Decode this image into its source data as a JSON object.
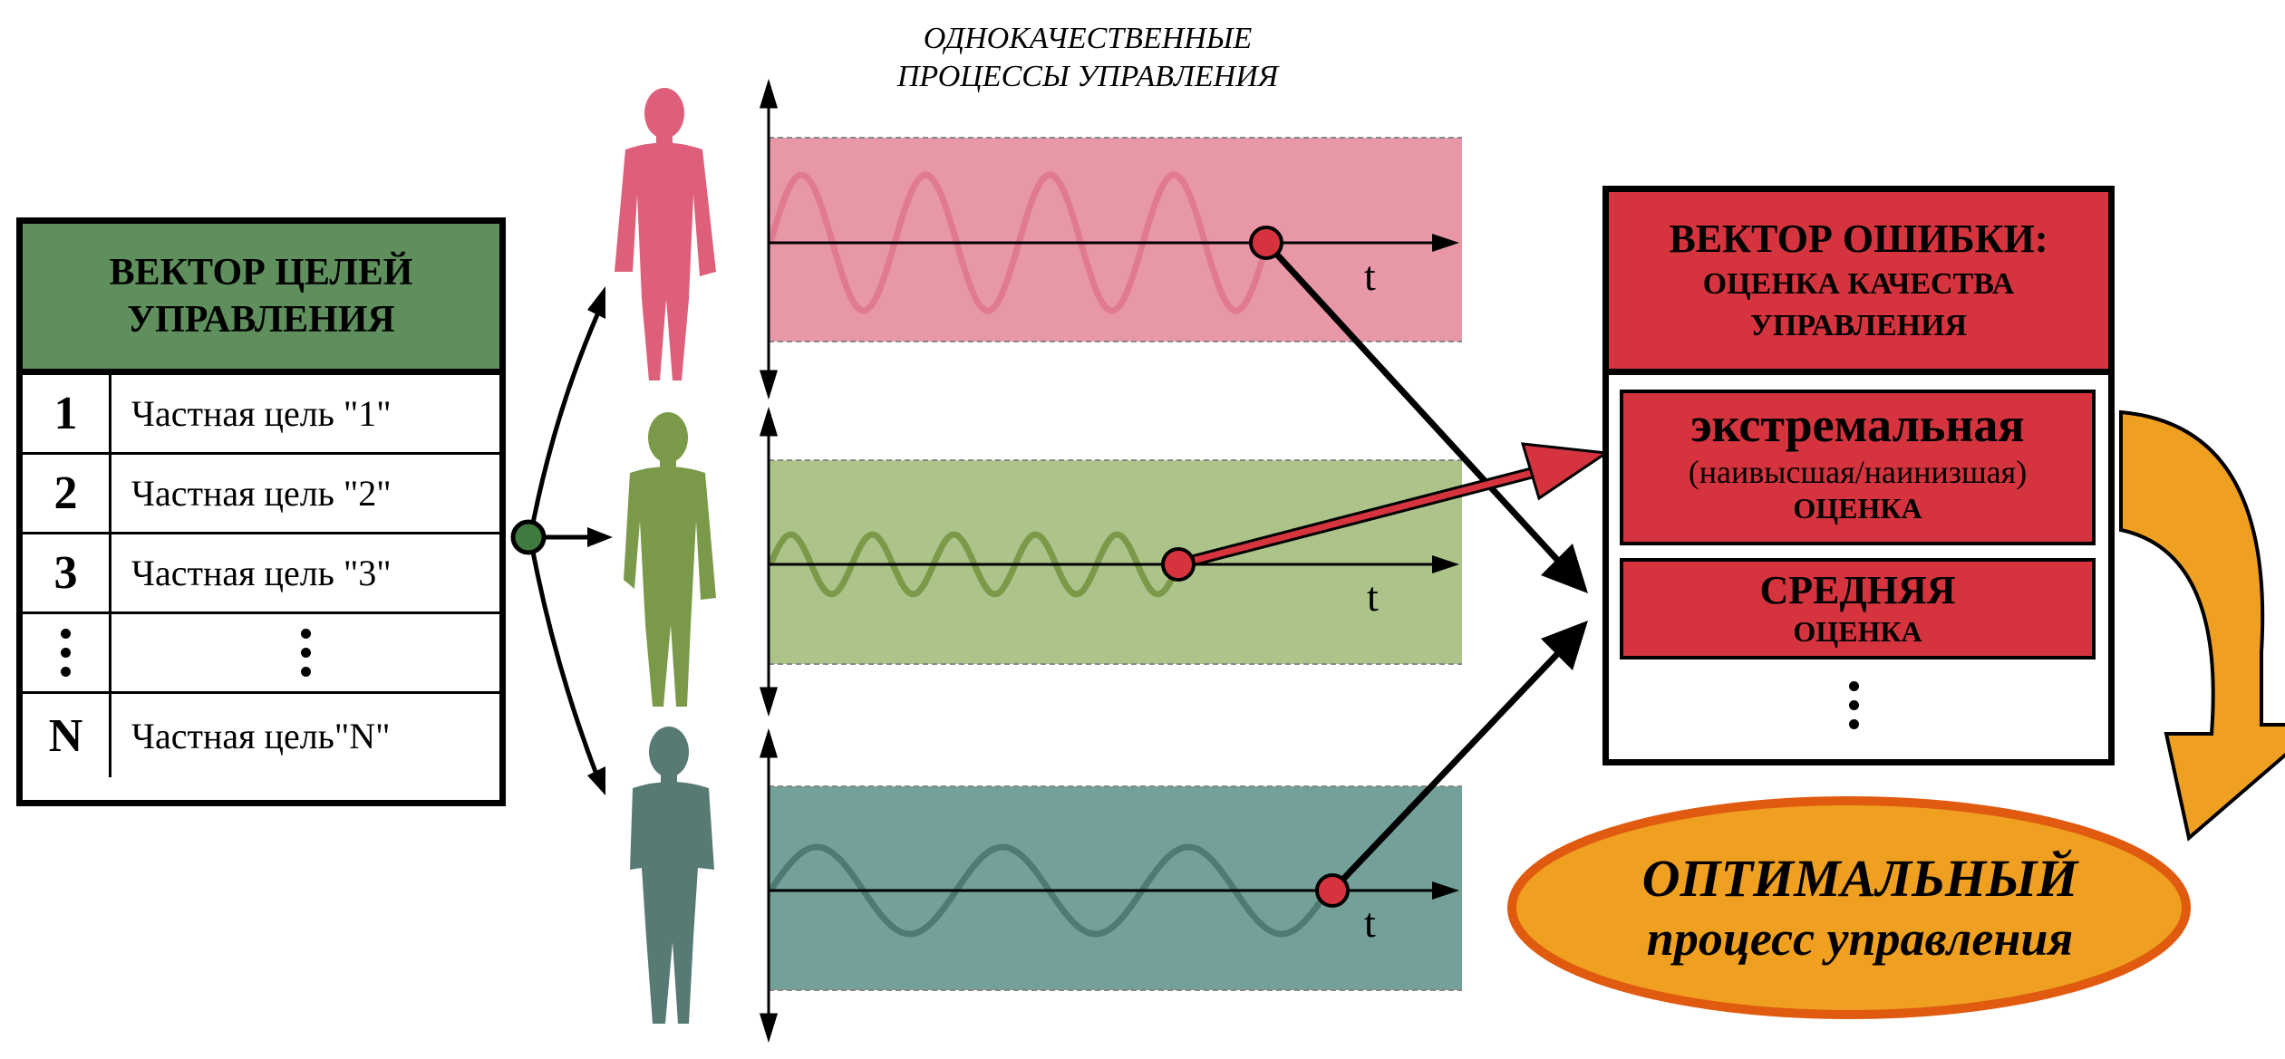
{
  "header": {
    "caption_line1": "ОДНОКАЧЕСТВЕННЫЕ",
    "caption_line2": "ПРОЦЕССЫ УПРАВЛЕНИЯ"
  },
  "goals": {
    "title_line1": "ВЕКТОР ЦЕЛЕЙ",
    "title_line2": "УПРАВЛЕНИЯ",
    "rows": [
      {
        "num": "1",
        "text": "Частная цель \"1\""
      },
      {
        "num": "2",
        "text": "Частная цель \"2\""
      },
      {
        "num": "3",
        "text": "Частная цель \"3\""
      },
      {
        "num": "N",
        "text": "Частная цель\"N\""
      }
    ]
  },
  "processes": {
    "axis_label": "t",
    "colors": [
      "#e07a8f",
      "#8aab5a",
      "#5a8a84"
    ],
    "band_colors": [
      "#e897a6",
      "#acc48a",
      "#73a099"
    ]
  },
  "error": {
    "title": "ВЕКТОР ОШИБКИ:",
    "subtitle_line1": "ОЦЕНКА КАЧЕСТВА",
    "subtitle_line2": "УПРАВЛЕНИЯ",
    "item1_big": "экстремальная",
    "item1_mid": "(наивысшая/наинизшая)",
    "item1_small": "ОЦЕНКА",
    "item2_big": "СРЕДНЯЯ",
    "item2_small": "ОЦЕНКА"
  },
  "optimal": {
    "line1": "ОПТИМАЛЬНЫЙ",
    "line2": "процесс управления"
  },
  "colors": {
    "goals_header": "#5e8f5c",
    "error_red": "#d5343f",
    "optimal_orange": "#f0a020"
  }
}
